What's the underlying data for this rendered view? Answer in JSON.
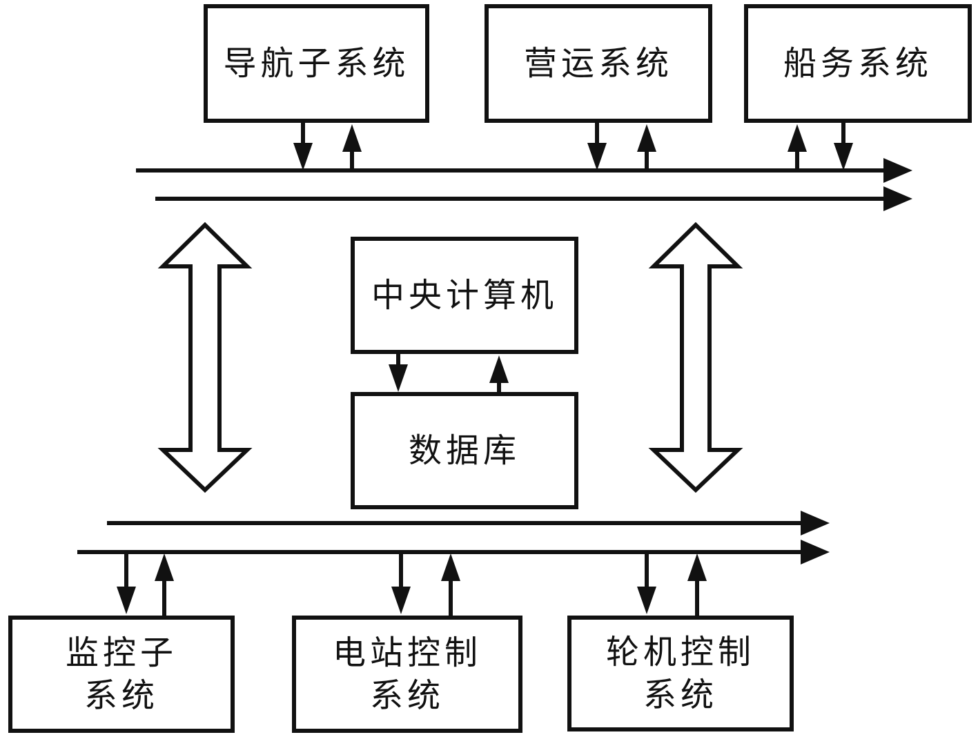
{
  "diagram": {
    "background_color": "#ffffff",
    "line_color": "#111111",
    "boxes": {
      "navigation": {
        "label": "导航子系统"
      },
      "operation": {
        "label": "营运系统"
      },
      "shipping": {
        "label": "船务系统"
      },
      "central": {
        "label": "中央计算机"
      },
      "database": {
        "label": "数据库"
      },
      "monitoring": {
        "label": "监控子\n系统"
      },
      "power_station": {
        "label": "电站控制\n系统"
      },
      "engine_control": {
        "label": "轮机控制\n系统"
      }
    }
  }
}
